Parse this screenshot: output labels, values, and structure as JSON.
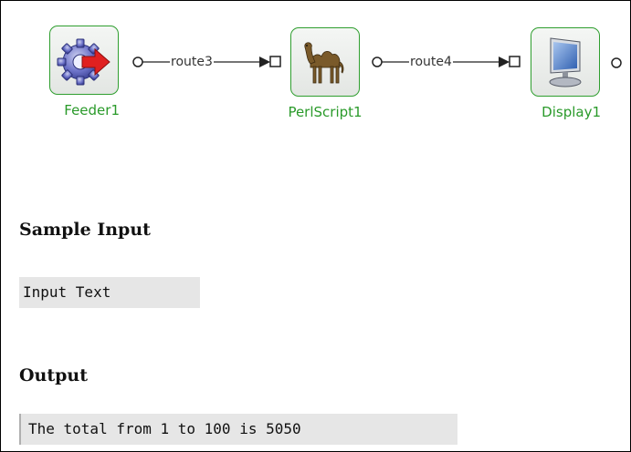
{
  "workflow": {
    "nodes": [
      {
        "id": "feeder",
        "label": "Feeder1",
        "icon": "gear-arrow-icon"
      },
      {
        "id": "perlscript",
        "label": "PerlScript1",
        "icon": "camel-icon"
      },
      {
        "id": "display",
        "label": "Display1",
        "icon": "monitor-icon"
      }
    ],
    "routes": [
      {
        "label": "route3"
      },
      {
        "label": "route4"
      }
    ],
    "colors": {
      "node_border": "#2f9e2f",
      "node_label": "#2a9a2a"
    }
  },
  "sample_input": {
    "heading": "Sample Input",
    "value": "Input Text"
  },
  "output": {
    "heading": "Output",
    "value": "The total from 1 to 100 is 5050"
  }
}
